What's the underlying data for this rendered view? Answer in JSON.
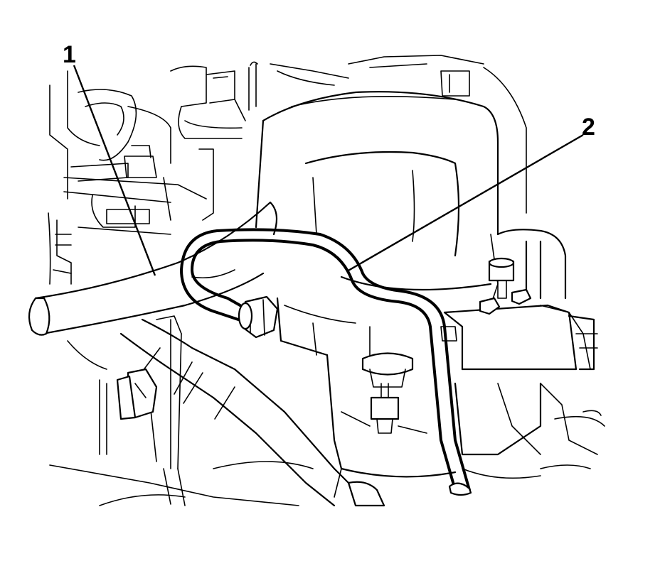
{
  "callouts": [
    {
      "id": "callout-1",
      "label": "1"
    },
    {
      "id": "callout-2",
      "label": "2"
    }
  ]
}
